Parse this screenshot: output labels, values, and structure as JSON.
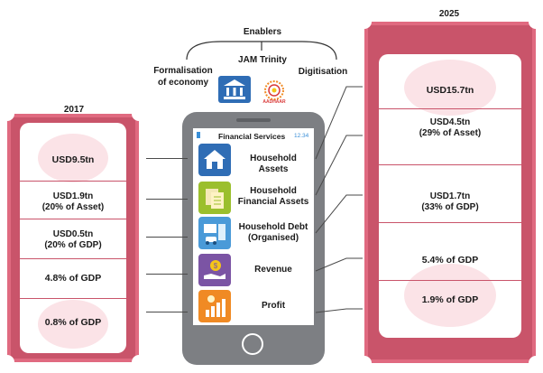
{
  "top": {
    "enablers": "Enablers",
    "formalisation": "Formalisation\nof economy",
    "jam": "JAM Trinity",
    "digitisation": "Digitisation",
    "aadhaar": "AADHAAR"
  },
  "left": {
    "year": "2017",
    "values": [
      "USD9.5tn",
      "USD1.9tn\n(20% of Asset)",
      "USD0.5tn\n(20% of GDP)",
      "4.8% of GDP",
      "0.8% of GDP"
    ]
  },
  "right": {
    "year": "2025",
    "values": [
      "USD15.7tn",
      "USD4.5tn\n(29% of Asset)",
      "USD1.7tn\n(33% of GDP)",
      "5.4% of GDP",
      "1.9% of GDP"
    ]
  },
  "phone": {
    "header": "Financial Services",
    "time": "12.34",
    "rows": [
      "Household Assets",
      "Household\nFinancial Assets",
      "Household Debt\n(Organised)",
      "Revenue",
      "Profit"
    ]
  },
  "colors": {
    "panel": "#c9546a",
    "blob": "#fbe3e7",
    "phone": "#7d7f83",
    "tile_blue": "#2f6db5",
    "tile_green": "#9bbf2d",
    "tile_lightblue": "#4a9ad8",
    "tile_purple": "#7b54a4",
    "tile_orange": "#f08a24"
  }
}
